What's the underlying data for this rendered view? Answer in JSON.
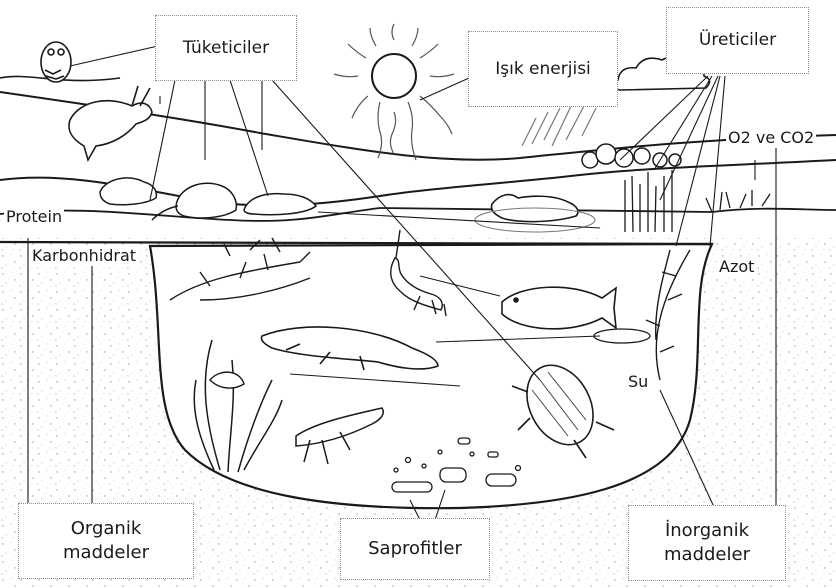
{
  "labels": {
    "consumers": "Tüketiciler",
    "light_energy": "Işık enerjisi",
    "producers": "Üreticiler",
    "o2_co2": "O2 ve CO2",
    "protein": "Protein",
    "carbohydrate": "Karbonhidrat",
    "nitrogen": "Azot",
    "water": "Su",
    "organic_line1": "Organik",
    "organic_line2": "maddeler",
    "saprophytes": "Saprofitler",
    "inorganic_line1": "İnorganik",
    "inorganic_line2": "maddeler"
  }
}
